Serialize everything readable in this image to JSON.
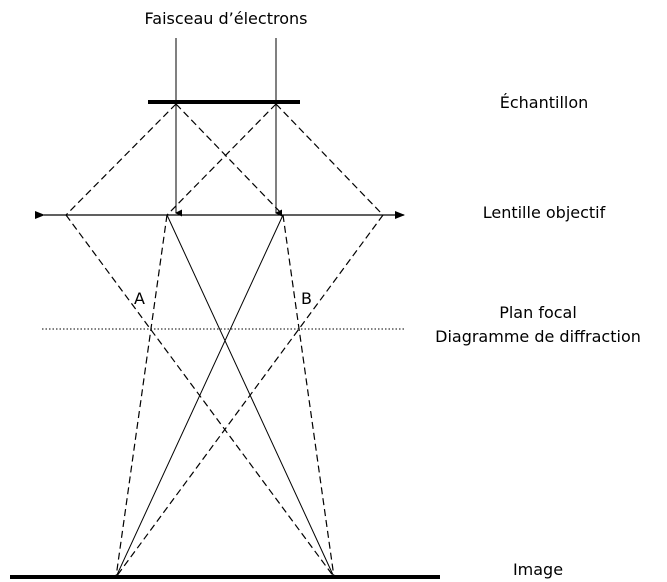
{
  "labels": {
    "beam": "Faisceau d’électrons",
    "specimen": "Échantillon",
    "lens": "Lentille objectif",
    "focal_plane": "Plan focal",
    "diffraction": "Diagramme de diffraction",
    "image": "Image"
  },
  "markers": {
    "a": "A",
    "b": "B"
  }
}
